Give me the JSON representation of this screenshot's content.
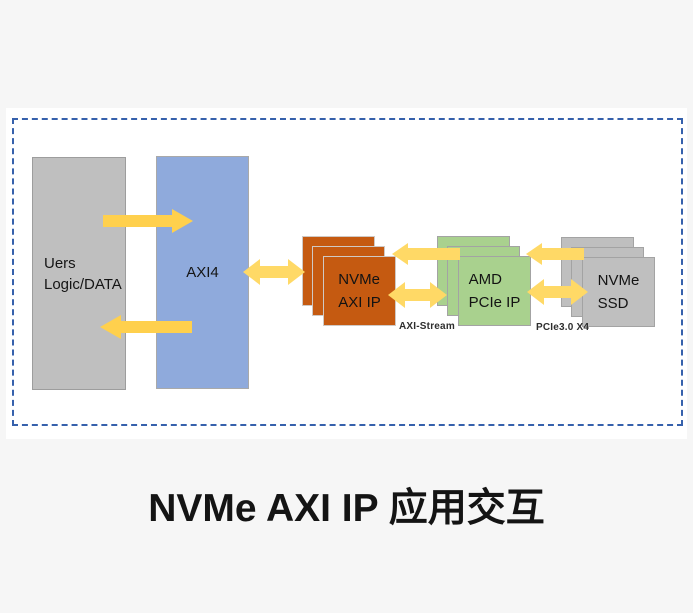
{
  "page": {
    "background_color": "#f6f6f6",
    "panel_color": "#ffffff",
    "title": "NVMe AXI IP 应用交互"
  },
  "diagram": {
    "border_color": "#3661ac",
    "arrow_color": "#ffd04d",
    "arrow_light_color": "#ffd966",
    "boxes": {
      "user_logic": {
        "line1": "Uers",
        "line2": "Logic/DATA",
        "color": "#bfbfbf"
      },
      "axi4": {
        "label": "AXI4",
        "color": "#8faadc"
      },
      "nvme_axi_ip": {
        "line1": "NVMe",
        "line2": "AXI IP",
        "color": "#c55a11"
      },
      "amd_pcie_ip": {
        "line1": "AMD",
        "line2": "PCIe IP",
        "color": "#a9d18e"
      },
      "nvme_ssd": {
        "line1": "NVMe",
        "line2": "SSD",
        "color": "#bfbfbf"
      }
    },
    "labels": {
      "axi_stream": "AXI-Stream",
      "pcie_link": "PCIe3.0 X4"
    }
  }
}
